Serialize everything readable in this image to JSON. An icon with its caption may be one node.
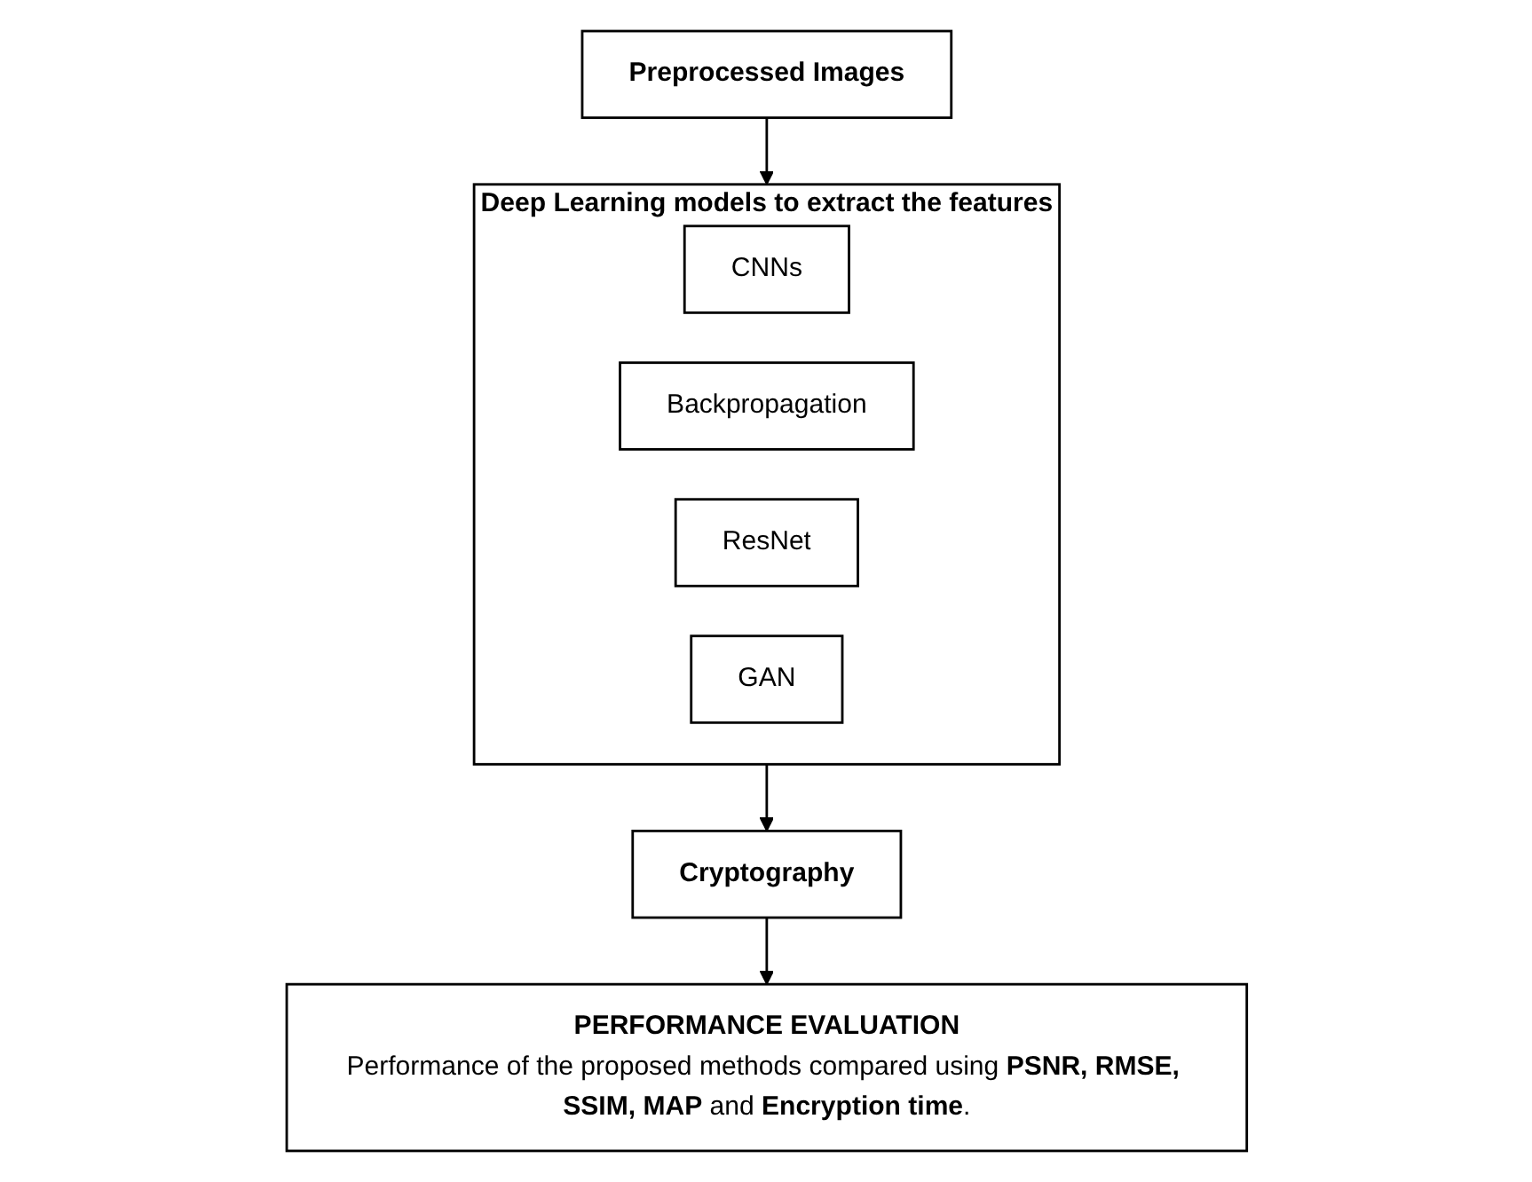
{
  "diagram": {
    "nodes": [
      {
        "text": [
          "Preprocessed Images"
        ]
      },
      {
        "text": [
          "Deep Learning models to extract the features"
        ]
      },
      {
        "text": [
          "CNNs"
        ],
        "in": 1
      },
      {
        "text": [
          "Backpropagation"
        ],
        "in": 1
      },
      {
        "text": [
          "ResNet"
        ],
        "in": 1
      },
      {
        "text": [
          "GAN"
        ],
        "in": 1
      },
      {
        "text": [
          "Cryptography"
        ]
      },
      {
        "text": [
          "PERFORMANCE EVALUATION",
          "Performance of the proposed methods compared using **PSNR, RMSE, SSIM, MAP** and **Encryption time**."
        ]
      }
    ],
    "edges": [
      {
        "from": 0,
        "to": 1,
        "arrow": "to"
      },
      {
        "from": 1,
        "to": 6,
        "arrow": "to"
      },
      {
        "from": 6,
        "to": 7,
        "arrow": "to"
      }
    ]
  }
}
